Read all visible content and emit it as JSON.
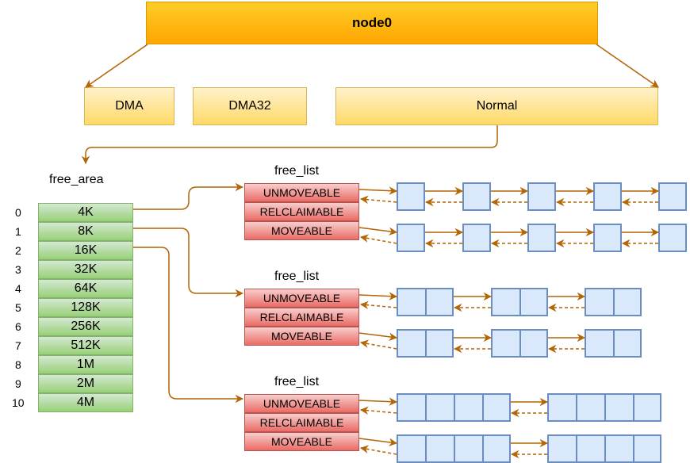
{
  "diagram": {
    "root": {
      "label": "node0"
    },
    "zones": [
      {
        "label": "DMA"
      },
      {
        "label": "DMA32"
      },
      {
        "label": "Normal"
      }
    ],
    "free_area": {
      "title": "free_area",
      "orders": [
        "0",
        "1",
        "2",
        "3",
        "4",
        "5",
        "6",
        "7",
        "8",
        "9",
        "10"
      ],
      "sizes": [
        "4K",
        "8K",
        "16K",
        "32K",
        "64K",
        "128K",
        "256K",
        "512K",
        "1M",
        "2M",
        "4M"
      ]
    },
    "free_lists": [
      {
        "title": "free_list",
        "types": [
          "UNMOVEABLE",
          "RELCLAIMABLE",
          "MOVEABLE"
        ],
        "source_order": "0",
        "pages_per_block": 1,
        "blocks_per_list": 5
      },
      {
        "title": "free_list",
        "types": [
          "UNMOVEABLE",
          "RELCLAIMABLE",
          "MOVEABLE"
        ],
        "source_order": "1",
        "pages_per_block": 2,
        "blocks_per_list": 3
      },
      {
        "title": "free_list",
        "types": [
          "UNMOVEABLE",
          "RELCLAIMABLE",
          "MOVEABLE"
        ],
        "source_order": "2",
        "pages_per_block": 4,
        "blocks_per_list": 2
      }
    ],
    "colors": {
      "arrow": "#b46504",
      "root_fill": "#ffb70f",
      "zone_fill": "#ffe599",
      "free_area_fill": "#b9dca8",
      "free_list_fill": "#f19c99",
      "block_fill": "#dae8fc",
      "block_border": "#6c8ebf"
    }
  }
}
